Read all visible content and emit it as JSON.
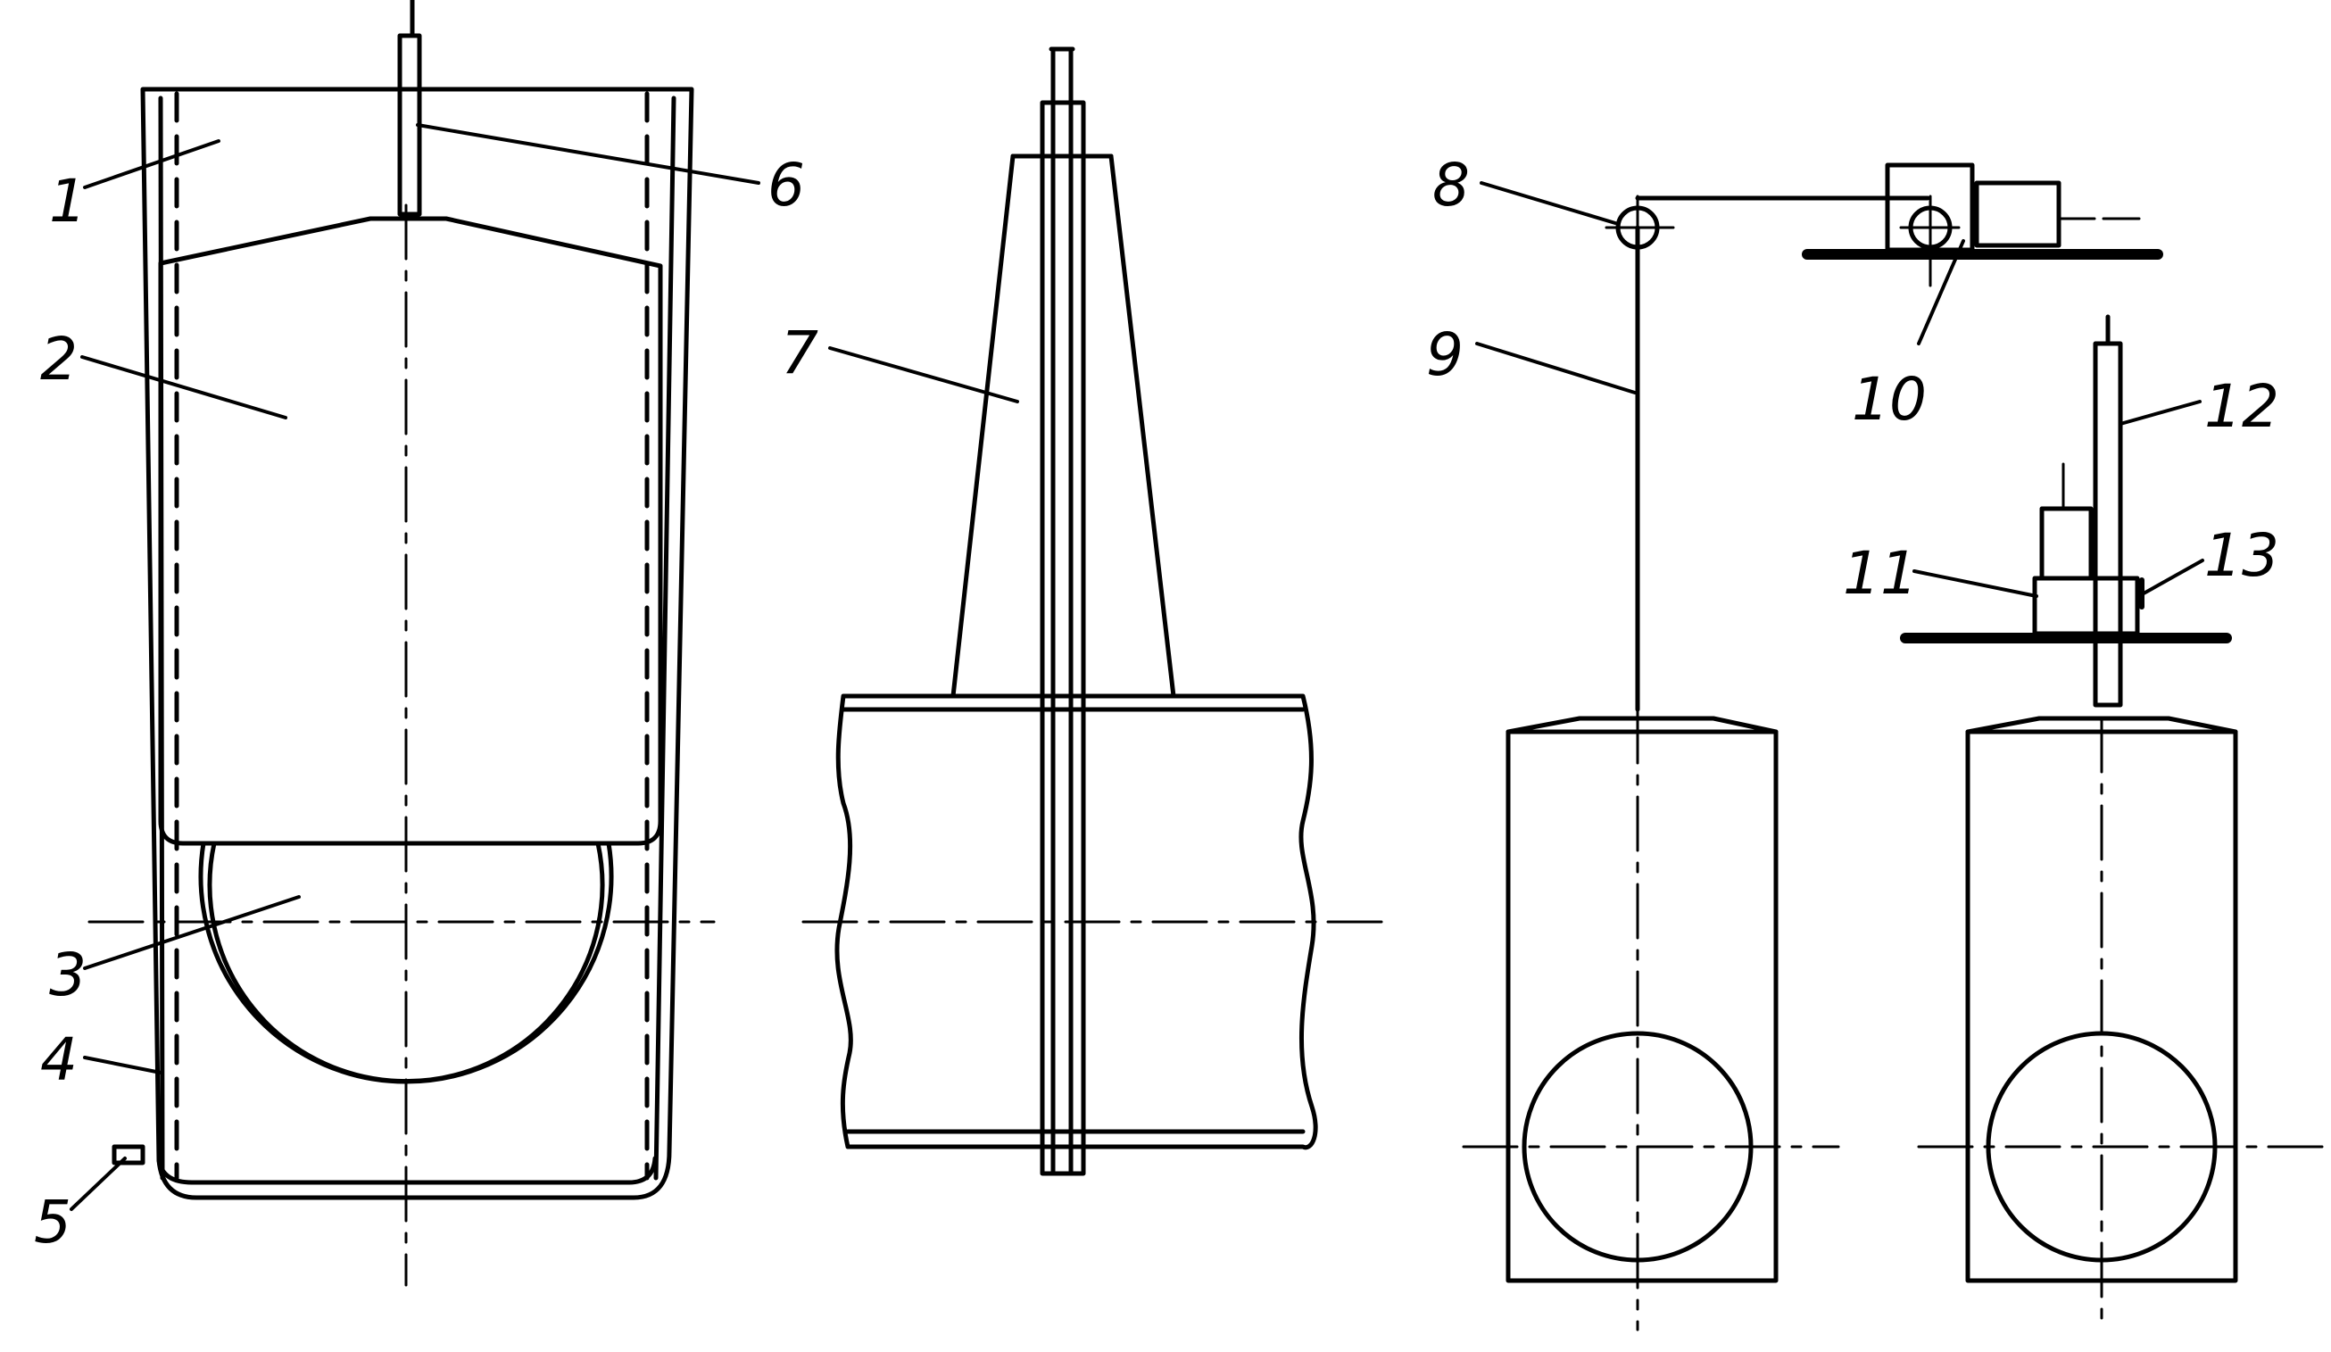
{
  "labels": {
    "l1": "1",
    "l2": "2",
    "l3": "3",
    "l4": "4",
    "l5": "5",
    "l6": "6",
    "l7": "7",
    "l8": "8",
    "l9": "9",
    "l10": "10",
    "l11": "11",
    "l12": "12",
    "l13": "13"
  },
  "colors": {
    "ink": "#000000",
    "paper": "#ffffff"
  }
}
